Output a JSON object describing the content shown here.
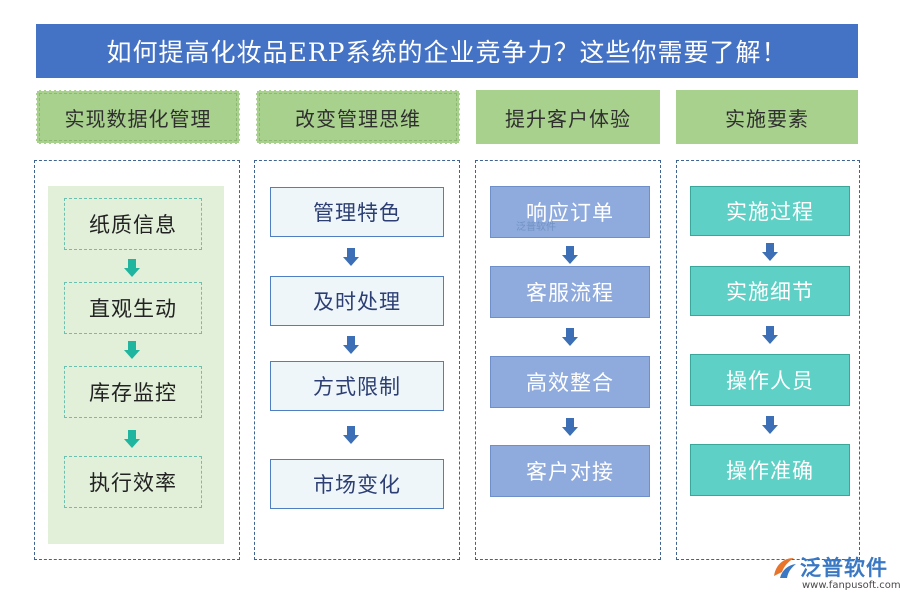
{
  "title": "如何提高化妆品ERP系统的企业竞争力？这些你需要了解！",
  "columns": [
    {
      "header": "实现数据化管理",
      "steps": [
        "纸质信息",
        "直观生动",
        "库存监控",
        "执行效率"
      ]
    },
    {
      "header": "改变管理思维",
      "steps": [
        "管理特色",
        "及时处理",
        "方式限制",
        "市场变化"
      ]
    },
    {
      "header": "提升客户体验",
      "steps": [
        "响应订单",
        "客服流程",
        "高效整合",
        "客户对接"
      ]
    },
    {
      "header": "实施要素",
      "steps": [
        "实施过程",
        "实施细节",
        "操作人员",
        "操作准确"
      ]
    }
  ],
  "colors": {
    "title_bg": "#4472c4",
    "header_bg": "#a9d18e",
    "col1_box_bg": "#e2f0d9",
    "col2_box_bg": "#eef6fa",
    "col3_box_bg": "#8faadc",
    "col4_box_bg": "#5fd0c5"
  },
  "watermark": "泛普软件",
  "logo": {
    "name": "泛普软件",
    "url": "www.fanpusoft.com"
  }
}
